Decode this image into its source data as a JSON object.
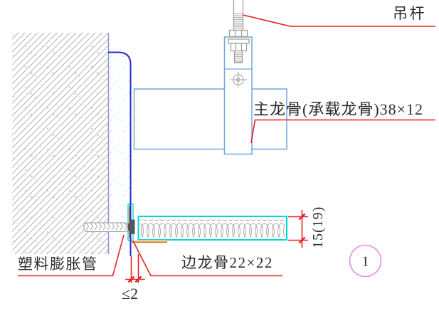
{
  "drawing": {
    "labels": {
      "hanger_rod": "吊杆",
      "main_keel": "主龙骨(承载龙骨)38×12",
      "plastic_expansion_tube": "塑料膨胀管",
      "edge_keel": "边龙骨22×22"
    },
    "dimensions": {
      "panel_thickness": "15(19)",
      "wall_gap": "≤2"
    },
    "detail_number": "1",
    "colors": {
      "leader_red": "#e62222",
      "keel_blue": "#6fa8dc",
      "plaster_line_blue": "#2828cc",
      "wall_edge_purple": "#9393dd",
      "panel_cyan": "#00d8d8",
      "edge_keel_orange": "#e0791e",
      "detail_circle_magenta": "#ee8bee",
      "hatch_gray": "#b4b4b4",
      "text": "#2b2b2b"
    }
  }
}
